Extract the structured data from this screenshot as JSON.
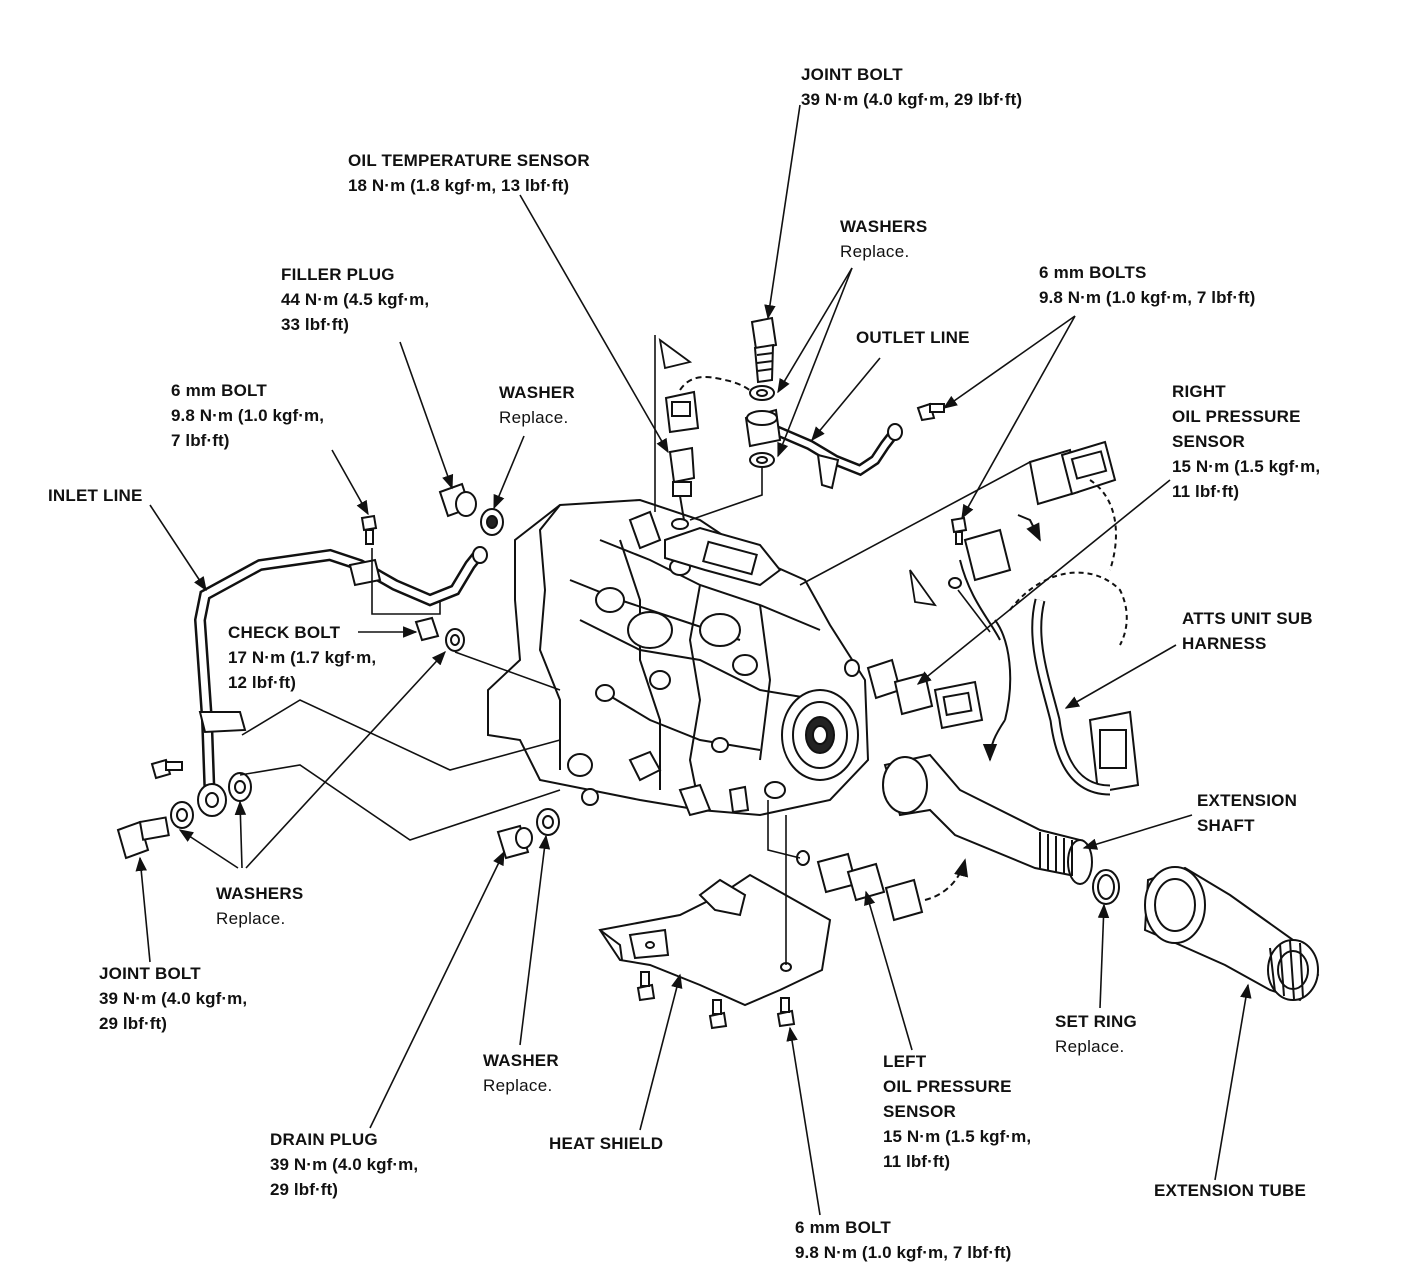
{
  "callouts": {
    "joint_bolt_top": {
      "title": "JOINT BOLT",
      "spec": "39 N·m (4.0 kgf·m, 29 lbf·ft)"
    },
    "oil_temp_sensor": {
      "title": "OIL TEMPERATURE SENSOR",
      "spec": "18 N·m (1.8 kgf·m, 13 lbf·ft)"
    },
    "washers_top": {
      "title": "WASHERS",
      "note": "Replace."
    },
    "filler_plug": {
      "title": "FILLER PLUG",
      "spec_line1": "44 N·m (4.5 kgf·m,",
      "spec_line2": "33 lbf·ft)"
    },
    "bolts_6mm_top": {
      "title": "6 mm BOLTS",
      "spec": "9.8 N·m (1.0 kgf·m, 7 lbf·ft)"
    },
    "outlet_line": {
      "title": "OUTLET LINE"
    },
    "bolt_6mm_left": {
      "title": "6 mm BOLT",
      "spec_line1": "9.8 N·m (1.0 kgf·m,",
      "spec_line2": "7 lbf·ft)"
    },
    "washer_mid": {
      "title": "WASHER",
      "note": "Replace."
    },
    "right_oil_pressure_sensor": {
      "title_line1": "RIGHT",
      "title_line2": "OIL PRESSURE",
      "title_line3": "SENSOR",
      "spec_line1": "15 N·m (1.5 kgf·m,",
      "spec_line2": "11 lbf·ft)"
    },
    "inlet_line": {
      "title": "INLET LINE"
    },
    "check_bolt": {
      "title": "CHECK BOLT",
      "spec_line1": "17 N·m (1.7 kgf·m,",
      "spec_line2": "12 lbf·ft)"
    },
    "atts_harness": {
      "title_line1": "ATTS UNIT SUB",
      "title_line2": "HARNESS"
    },
    "extension_shaft": {
      "title_line1": "EXTENSION",
      "title_line2": "SHAFT"
    },
    "washers_bottom": {
      "title": "WASHERS",
      "note": "Replace."
    },
    "joint_bolt_bottom": {
      "title": "JOINT BOLT",
      "spec_line1": "39 N·m (4.0 kgf·m,",
      "spec_line2": "29 lbf·ft)"
    },
    "set_ring": {
      "title": "SET RING",
      "note": "Replace."
    },
    "washer_bottom": {
      "title": "WASHER",
      "note": "Replace."
    },
    "left_oil_pressure_sensor": {
      "title_line1": "LEFT",
      "title_line2": "OIL PRESSURE",
      "title_line3": "SENSOR",
      "spec_line1": "15 N·m (1.5 kgf·m,",
      "spec_line2": "11 lbf·ft)"
    },
    "drain_plug": {
      "title": "DRAIN PLUG",
      "spec_line1": "39 N·m (4.0 kgf·m,",
      "spec_line2": "29 lbf·ft)"
    },
    "heat_shield": {
      "title": "HEAT SHIELD"
    },
    "extension_tube": {
      "title": "EXTENSION TUBE"
    },
    "bolt_6mm_bottom": {
      "title": "6 mm BOLT",
      "spec": "9.8 N·m (1.0 kgf·m, 7 lbf·ft)"
    }
  }
}
